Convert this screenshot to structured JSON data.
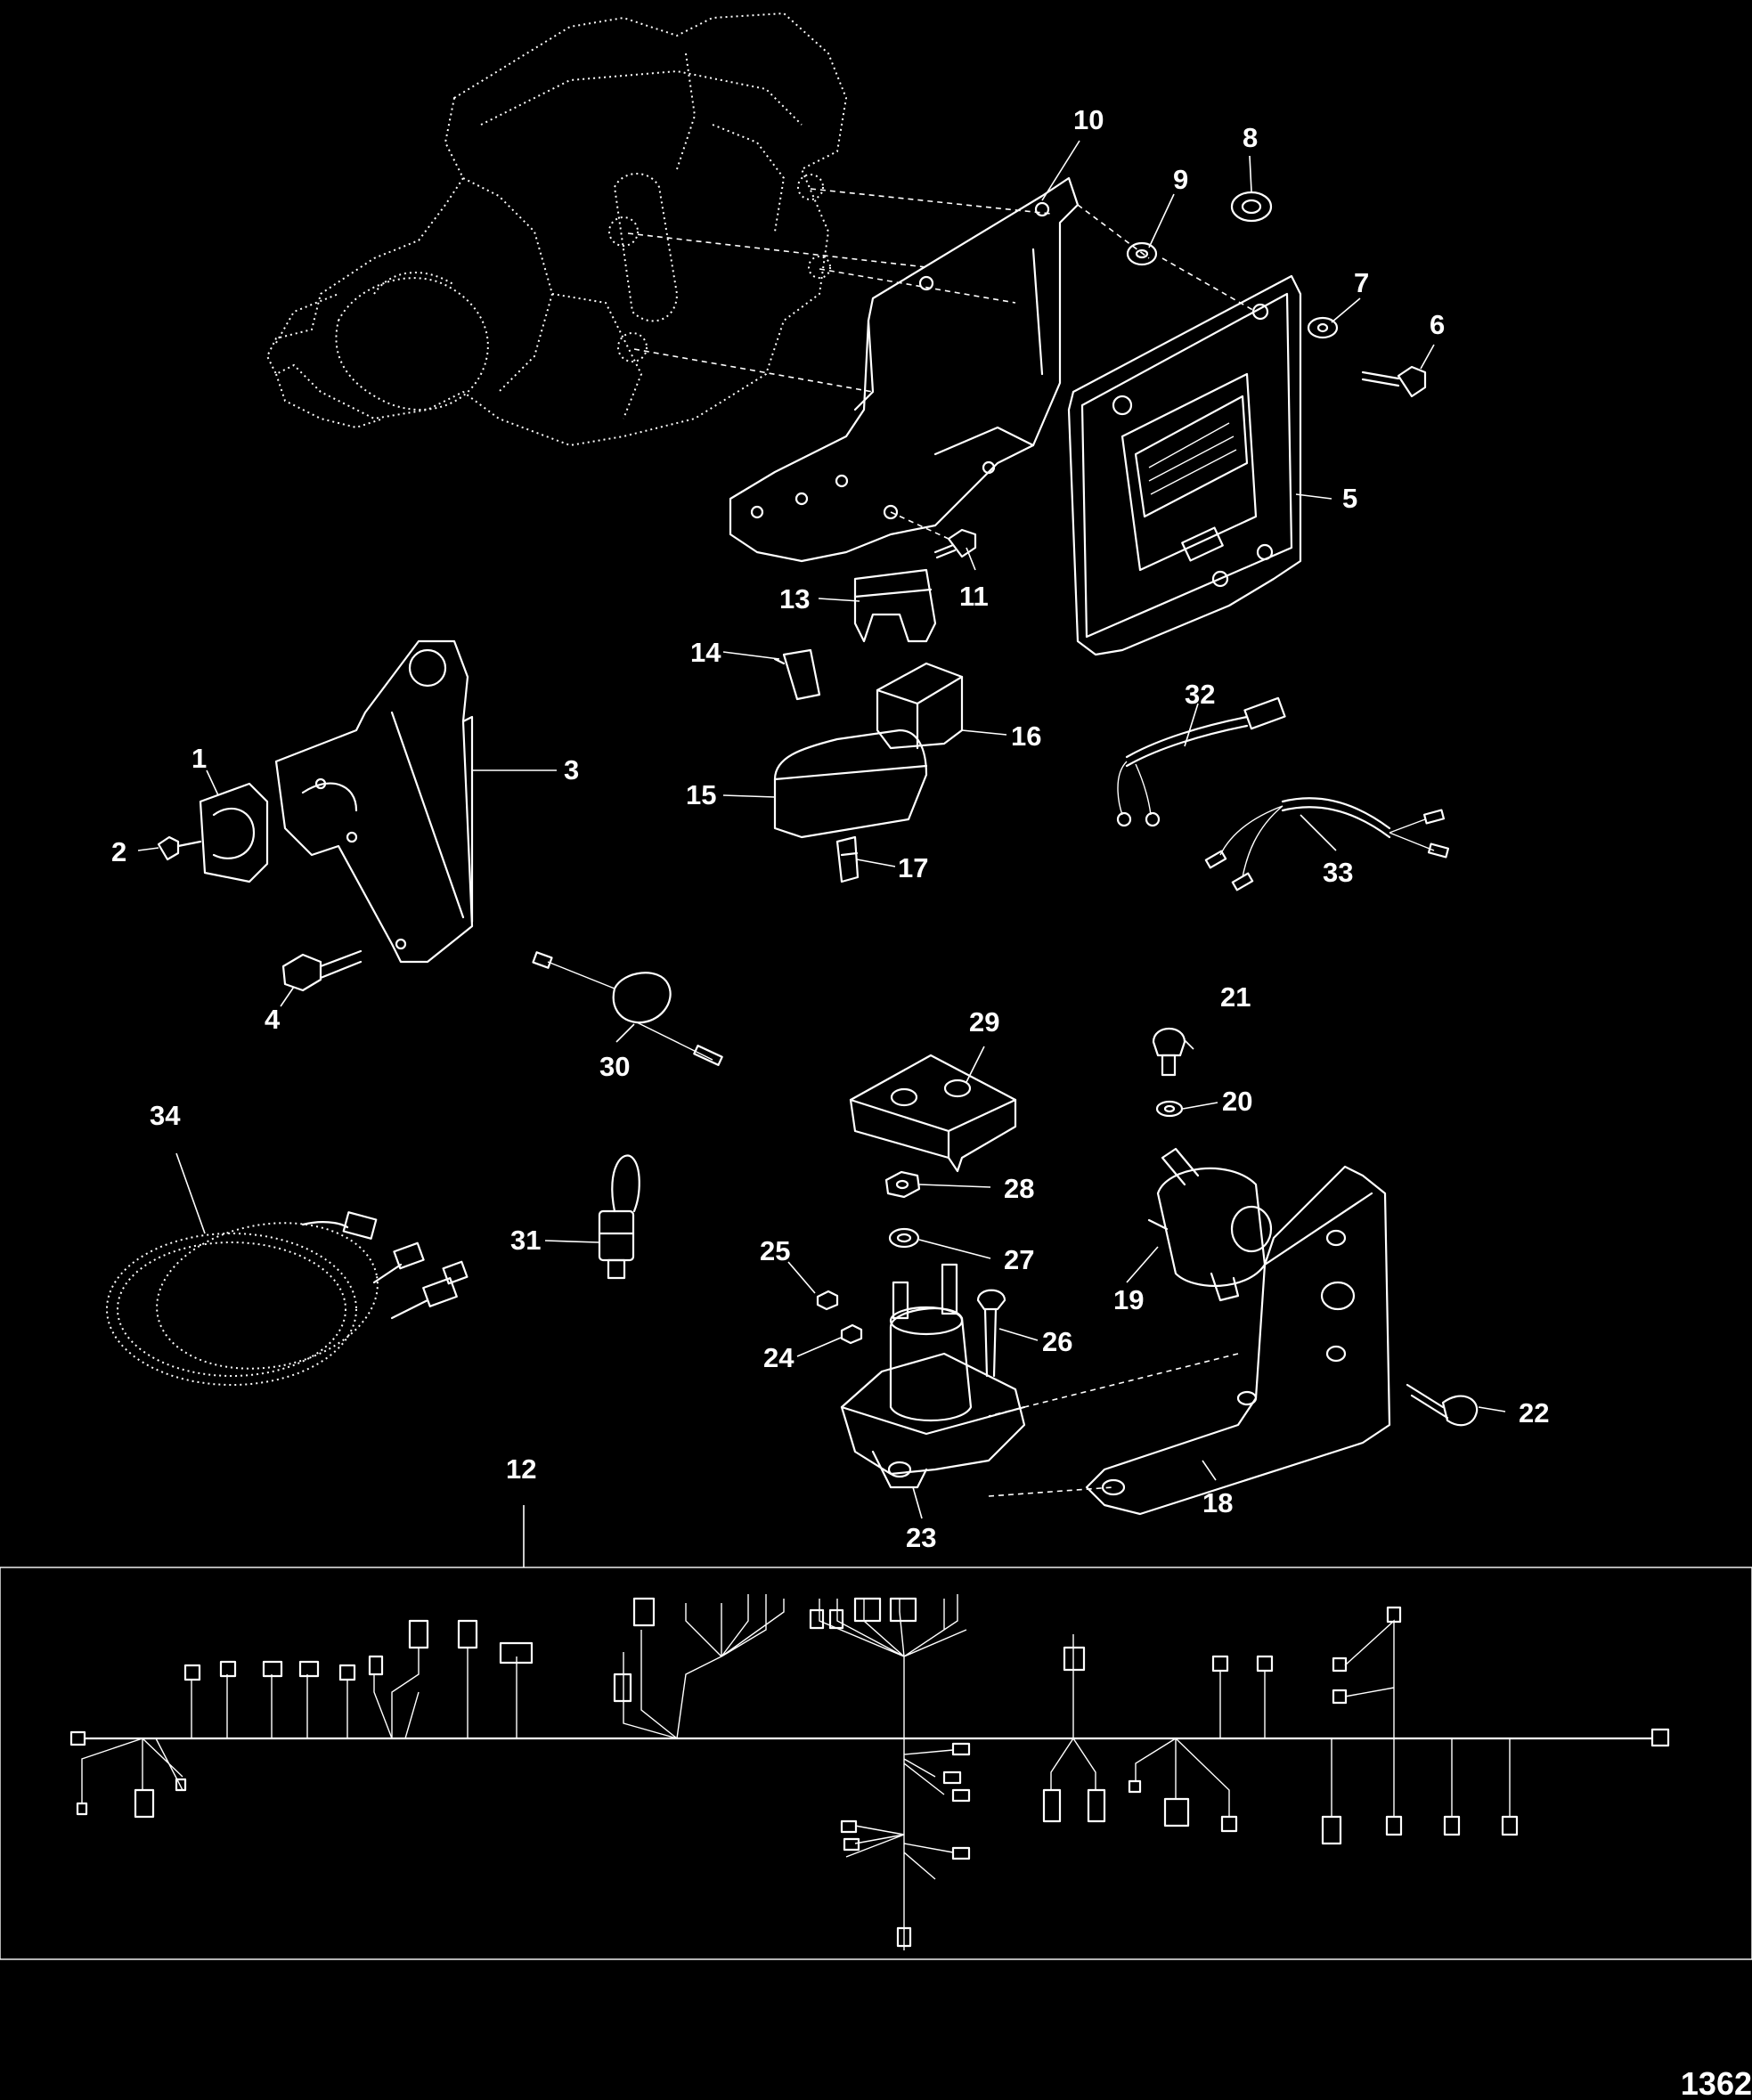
{
  "figure_number": "1362",
  "callouts": {
    "c1": "1",
    "c2": "2",
    "c3": "3",
    "c4": "4",
    "c5": "5",
    "c6": "6",
    "c7": "7",
    "c8": "8",
    "c9": "9",
    "c10": "10",
    "c11": "11",
    "c12": "12",
    "c13": "13",
    "c14": "14",
    "c15": "15",
    "c16": "16",
    "c17": "17",
    "c18": "18",
    "c19": "19",
    "c20": "20",
    "c21": "21",
    "c22": "22",
    "c23": "23",
    "c24": "24",
    "c25": "25",
    "c26": "26",
    "c27": "27",
    "c28": "28",
    "c29": "29",
    "c30": "30",
    "c31": "31",
    "c32": "32",
    "c33": "33",
    "c34": "34"
  },
  "colors": {
    "background": "#000000",
    "linework": "#ffffff"
  }
}
